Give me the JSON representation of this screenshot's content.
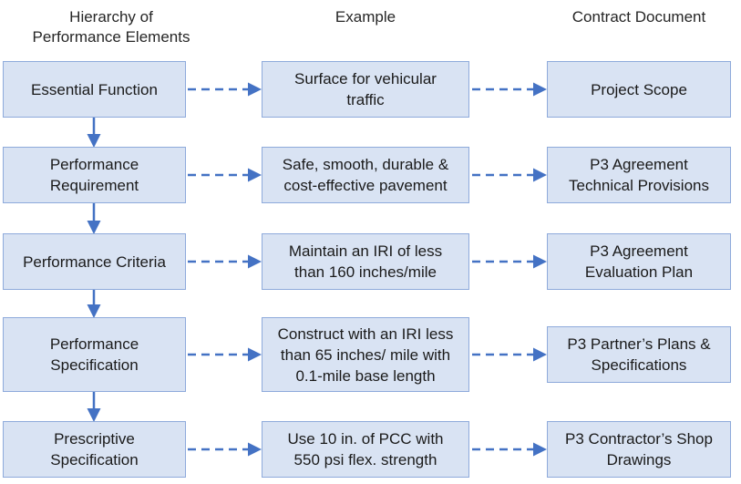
{
  "headers": {
    "hierarchy": "Hierarchy of\nPerformance Elements",
    "example": "Example",
    "contract": "Contract Document"
  },
  "rows": [
    {
      "hierarchy": "Essential Function",
      "example": "Surface for vehicular\ntraffic",
      "contract": "Project Scope"
    },
    {
      "hierarchy": "Performance\nRequirement",
      "example": "Safe, smooth, durable &\ncost-effective pavement",
      "contract": "P3 Agreement\nTechnical Provisions"
    },
    {
      "hierarchy": "Performance Criteria",
      "example": "Maintain an IRI of less\nthan 160 inches/mile",
      "contract": "P3 Agreement\nEvaluation Plan"
    },
    {
      "hierarchy": "Performance\nSpecification",
      "example": "Construct with an IRI less\nthan 65 inches/ mile with\n0.1-mile base length",
      "contract": "P3 Partner’s Plans &\nSpecifications"
    },
    {
      "hierarchy": "Prescriptive\nSpecification",
      "example": "Use 10 in. of PCC with\n550 psi flex. strength",
      "contract": "P3 Contractor’s Shop\nDrawings"
    }
  ],
  "colors": {
    "box_fill": "#d9e3f3",
    "box_border": "#8eaadb",
    "arrow": "#4472c4"
  }
}
